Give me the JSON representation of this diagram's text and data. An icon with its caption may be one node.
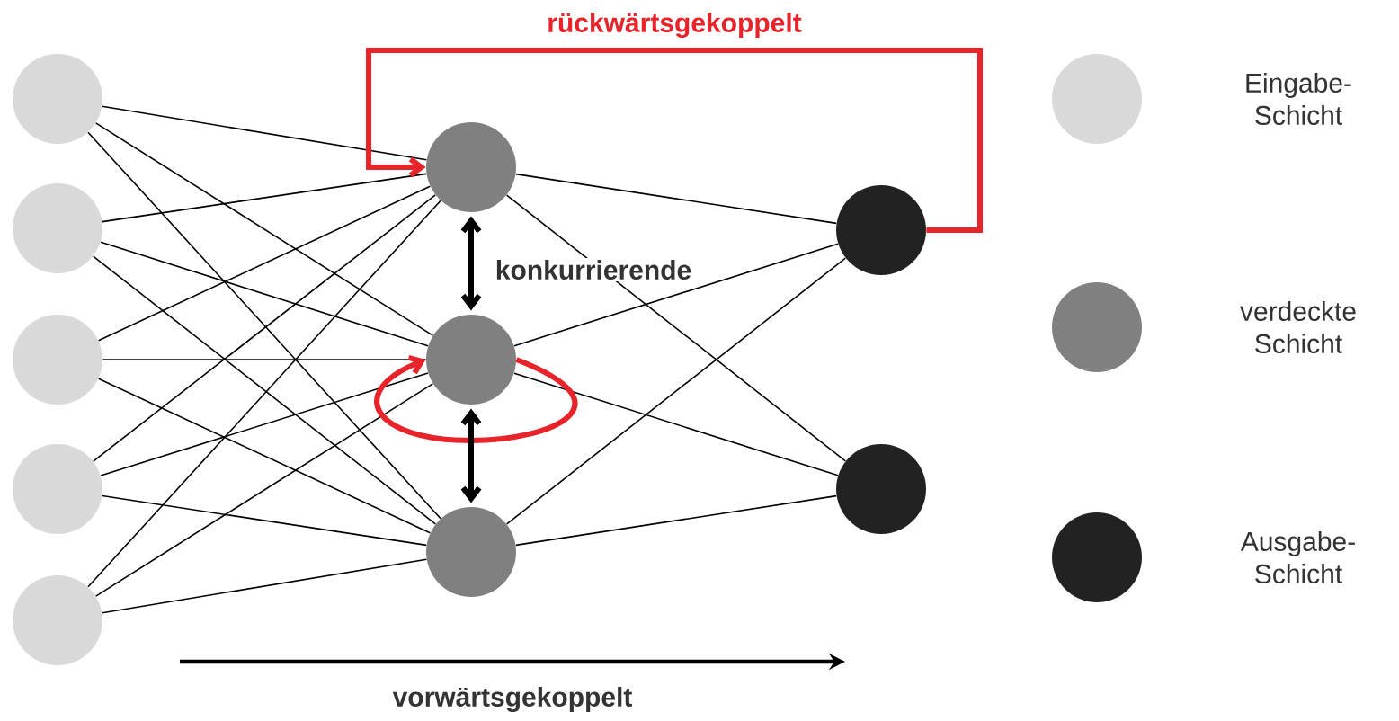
{
  "diagram": {
    "nodes": [
      {
        "text": [],
        "shape": "circle"
      },
      {
        "text": [],
        "shape": "circle"
      },
      {
        "text": [],
        "shape": "circle"
      },
      {
        "text": [],
        "shape": "circle"
      },
      {
        "text": [],
        "shape": "circle"
      },
      {
        "text": [],
        "shape": "circle"
      },
      {
        "text": [],
        "shape": "circle"
      },
      {
        "text": [],
        "shape": "circle"
      },
      {
        "text": [],
        "shape": "circle"
      },
      {
        "text": [],
        "shape": "circle"
      }
    ],
    "edges": [
      {
        "from": 0,
        "to": 5,
        "arrow": "none"
      },
      {
        "from": 0,
        "to": 6,
        "arrow": "none"
      },
      {
        "from": 0,
        "to": 7,
        "arrow": "none"
      },
      {
        "from": 1,
        "to": 5,
        "arrow": "none"
      },
      {
        "from": 1,
        "to": 6,
        "arrow": "none"
      },
      {
        "from": 1,
        "to": 7,
        "arrow": "none"
      },
      {
        "from": 2,
        "to": 5,
        "arrow": "none"
      },
      {
        "from": 2,
        "to": 6,
        "arrow": "none"
      },
      {
        "from": 2,
        "to": 7,
        "arrow": "none"
      },
      {
        "from": 3,
        "to": 5,
        "arrow": "none"
      },
      {
        "from": 3,
        "to": 6,
        "arrow": "none"
      },
      {
        "from": 3,
        "to": 7,
        "arrow": "none"
      },
      {
        "from": 4,
        "to": 5,
        "arrow": "none"
      },
      {
        "from": 4,
        "to": 6,
        "arrow": "none"
      },
      {
        "from": 4,
        "to": 7,
        "arrow": "none"
      },
      {
        "from": 5,
        "to": 8,
        "arrow": "none"
      },
      {
        "from": 5,
        "to": 9,
        "arrow": "none"
      },
      {
        "from": 6,
        "to": 8,
        "arrow": "none"
      },
      {
        "from": 6,
        "to": 9,
        "arrow": "none"
      },
      {
        "from": 7,
        "to": 8,
        "arrow": "none"
      },
      {
        "from": 7,
        "to": 9,
        "arrow": "none"
      },
      {
        "from": 8,
        "to": 5,
        "arrow": "to",
        "label": "rückwärtsgekoppelt",
        "style": "thick",
        "color": "#e8242b"
      },
      {
        "from": 6,
        "to": 6,
        "arrow": "to",
        "style": "thick",
        "color": "#e8242b"
      },
      {
        "from": 5,
        "to": 6,
        "arrow": "both",
        "label": "konkurrierende",
        "style": "thick"
      },
      {
        "from": 6,
        "to": 7,
        "arrow": "both",
        "style": "thick"
      }
    ],
    "labels": [
      "vorwärtsgekoppelt"
    ],
    "legend": [
      {
        "text": "Eingabe- Schicht",
        "color": "#d9d9d9"
      },
      {
        "text": "verdeckte Schicht",
        "color": "#808080"
      },
      {
        "text": "Ausgabe- Schicht",
        "color": "#222222"
      }
    ]
  }
}
